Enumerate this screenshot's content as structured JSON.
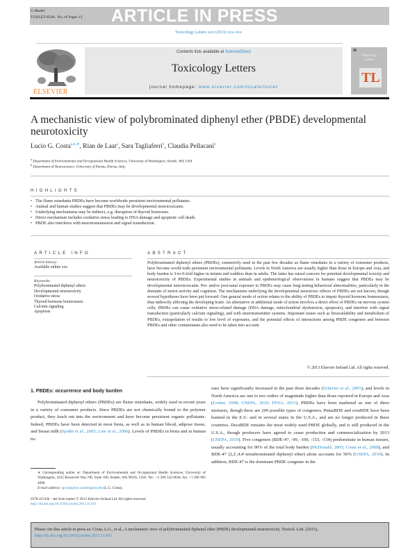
{
  "banner": {
    "model": "G Model",
    "manuscript_id": "TOXLET-8540;",
    "pages": "No. of Pages 13",
    "status": "ARTICLE IN PRESS"
  },
  "journal_ref": "Toxicology Letters xxx (2013) xxx–xxx",
  "masthead": {
    "publisher_logo_text": "ELSEVIER",
    "contents_prefix": "Contents lists available at ",
    "contents_link": "ScienceDirect",
    "journal_title": "Toxicology Letters",
    "homepage_prefix": "journal homepage: ",
    "homepage_link": "www.elsevier.com/locate/toxlet",
    "cover_title_line1": "Toxicology",
    "cover_title_line2": "Letters",
    "cover_monogram": "TL"
  },
  "article": {
    "title": "A mechanistic view of polybrominated diphenyl ether (PBDE) developmental neurotoxicity",
    "authors": [
      {
        "name": "Lucio G. Costa",
        "sup": "a,b,∗"
      },
      {
        "name": "Rian de Laat",
        "sup": "a"
      },
      {
        "name": "Sara Tagliaferri",
        "sup": "b"
      },
      {
        "name": "Claudia Pellacani",
        "sup": "b"
      }
    ],
    "affiliations": [
      {
        "mark": "a",
        "text": "Department of Environmental and Occupational Health Sciences, University of Washington, Seattle, WA, USA"
      },
      {
        "mark": "b",
        "text": "Department of Neuroscience, University of Parma, Parma, Italy"
      }
    ]
  },
  "highlights": {
    "heading": "HIGHLIGHTS",
    "items": [
      "The flame retardants PBDEs have become worldwide persistent environmental pollutants.",
      "Animal and human studies suggest that PBDEs may be developmental neurotoxicants.",
      "Underlying mechanisms may be indirect, e.g. disruption of thyroid hormones.",
      "Direct mechanism includes oxidative stress leading to DNA damage and apoptotic cell death.",
      "PBDE also interferes with neurotransmission and signal transduction."
    ]
  },
  "article_info": {
    "heading": "ARTICLE INFO",
    "history_label": "Article history:",
    "history_value": "Available online xxx",
    "keywords_label": "Keywords:",
    "keywords": [
      "Polybrominated diphenyl ethers",
      "Developmental neurotoxicity",
      "Oxidative stress",
      "Thyroid hormone homeostasis",
      "Calcium signaling",
      "Apoptosis"
    ]
  },
  "abstract": {
    "heading": "ABSTRACT",
    "text": "Polybrominated diphenyl ethers (PBDEs), extensively used in the past few decades as flame retardants in a variety of consumer products, have become world-wide persistent environmental pollutants. Levels in North America are usually higher than those in Europe and Asia, and body burden is 3-to-9-fold higher in infants and toddlers than in adults. The latter has raised concern for potential developmental toxicity and neurotoxicity of PBDEs. Experimental studies in animals and epidemiological observations in humans suggest that PBDEs may be developmental neurotoxicants. Pre- and/or post-natal exposure to PBDEs may cause long-lasting behavioral abnormalities, particularly in the domains of motor activity and cognition. The mechanisms underlying the developmental neurotoxic effects of PBDEs are not known, though several hypotheses have been put forward. One general mode of action relates to the ability of PBDEs to impair thyroid hormone homeostasis, thus indirectly affecting the developing brain. An alternative or additional mode of action involves a direct effect of PBDEs on nervous system cells; PBDEs can cause oxidative stress-related damage (DNA damage, mitochondrial dysfunction, apoptosis), and interfere with signal transduction (particularly calcium signaling), and with neurotransmitter systems. Important issues such as bioavailability and metabolism of PBDEs, extrapolation of results to low level of exposures, and the potential effects of interactions among PBDE congeners and between PBDEs and other contaminants also need to be taken into account.",
    "copyright": "© 2013 Elsevier Ireland Ltd. All rights reserved."
  },
  "section1": {
    "heading": "1.  PBDEs: occurrence and body burden",
    "left": {
      "p1": "Polybrominated diphenyl ethers (PBDEs) are flame retardants, widely used in recent years in a variety of consumer products. Since PBDEs are not chemically bound to the polymer product, they leach out into the environment and have become persistent organic pollutants. Indeed, PBDEs have been detected in most biota, as well as in human blood, adipose tissue, and breast milk (",
      "ref1": "Sjodin et al., 2003; Law et al., 2006",
      "p2": "). Levels of PBDEs in biota and in human tis-"
    },
    "right": {
      "t1": "sues have significantly increased in the past three decades (",
      "ref1": "Schecter et al., 2005",
      "t2": "), and levels in North America are one to two orders of magnitude higher than those reported in Europe and Asia (",
      "ref2": "Lorber, 2008; USEPA, 2010; EFSA, 2011",
      "t3": "). PBDEs have been marketed as one of three mixtures, though there are 209 possible types of congeners. PentaBDE and octaBDE have been banned in the E.U. and in several states in the U.S.A., and are no longer produced in these countries. DecaBDE remains the most widely used PBDE globally, and is still produced in the U.S.A., though producers have agreed to cease production and commercialization by 2013 (",
      "ref3": "USEPA, 2010",
      "t4": "). Five congeners (BDE-47, -99, -100, -153, -154) predominate in human tissues, usually accounting for 90% of the total body burden (",
      "ref4": "McDonald, 2005; Costa et al., 2008",
      "t5": "), and BDE-47 (2,2′,4,4′-tetrabrominated diphenyl ether) alone accounts for 50% (",
      "ref5": "USEPA, 2010",
      "t6": "). In addition, BDE-47 is the dominant PBDE congener in the"
    }
  },
  "footnote": {
    "corresponding": "∗ Corresponding author at: Department of Environmental and Occupational Health Sciences, University of Washington, 4225 Roosevelt Way NE, Suite 100, Seattle, WA 98105, USA. Tel.: +1 206 543 8644; fax: +1 206 685 4696.",
    "email_label": "E-mail address: ",
    "email": "lgcosta@uw.washington.edu",
    "email_suffix": " (L.G. Costa).",
    "issn": "0378-4274/$ – see front matter © 2013 Elsevier Ireland Ltd. All rights reserved.",
    "doi": "http://dx.doi.org/10.1016/j.toxlet.2013.11.011"
  },
  "citation": {
    "text": "Please cite this article in press as: Costa, L.G., et al., A mechanistic view of polybrominated diphenyl ether (PBDE) developmental neurotoxicity. Toxicol. Lett. (2013), ",
    "link": "http://dx.doi.org/10.1016/j.toxlet.2013.11.011"
  },
  "colors": {
    "link": "#2a8ecb",
    "elsevier_orange": "#f07b1f",
    "banner_gray": "#c4c4c4",
    "masthead_gray": "#e8e8e8"
  }
}
